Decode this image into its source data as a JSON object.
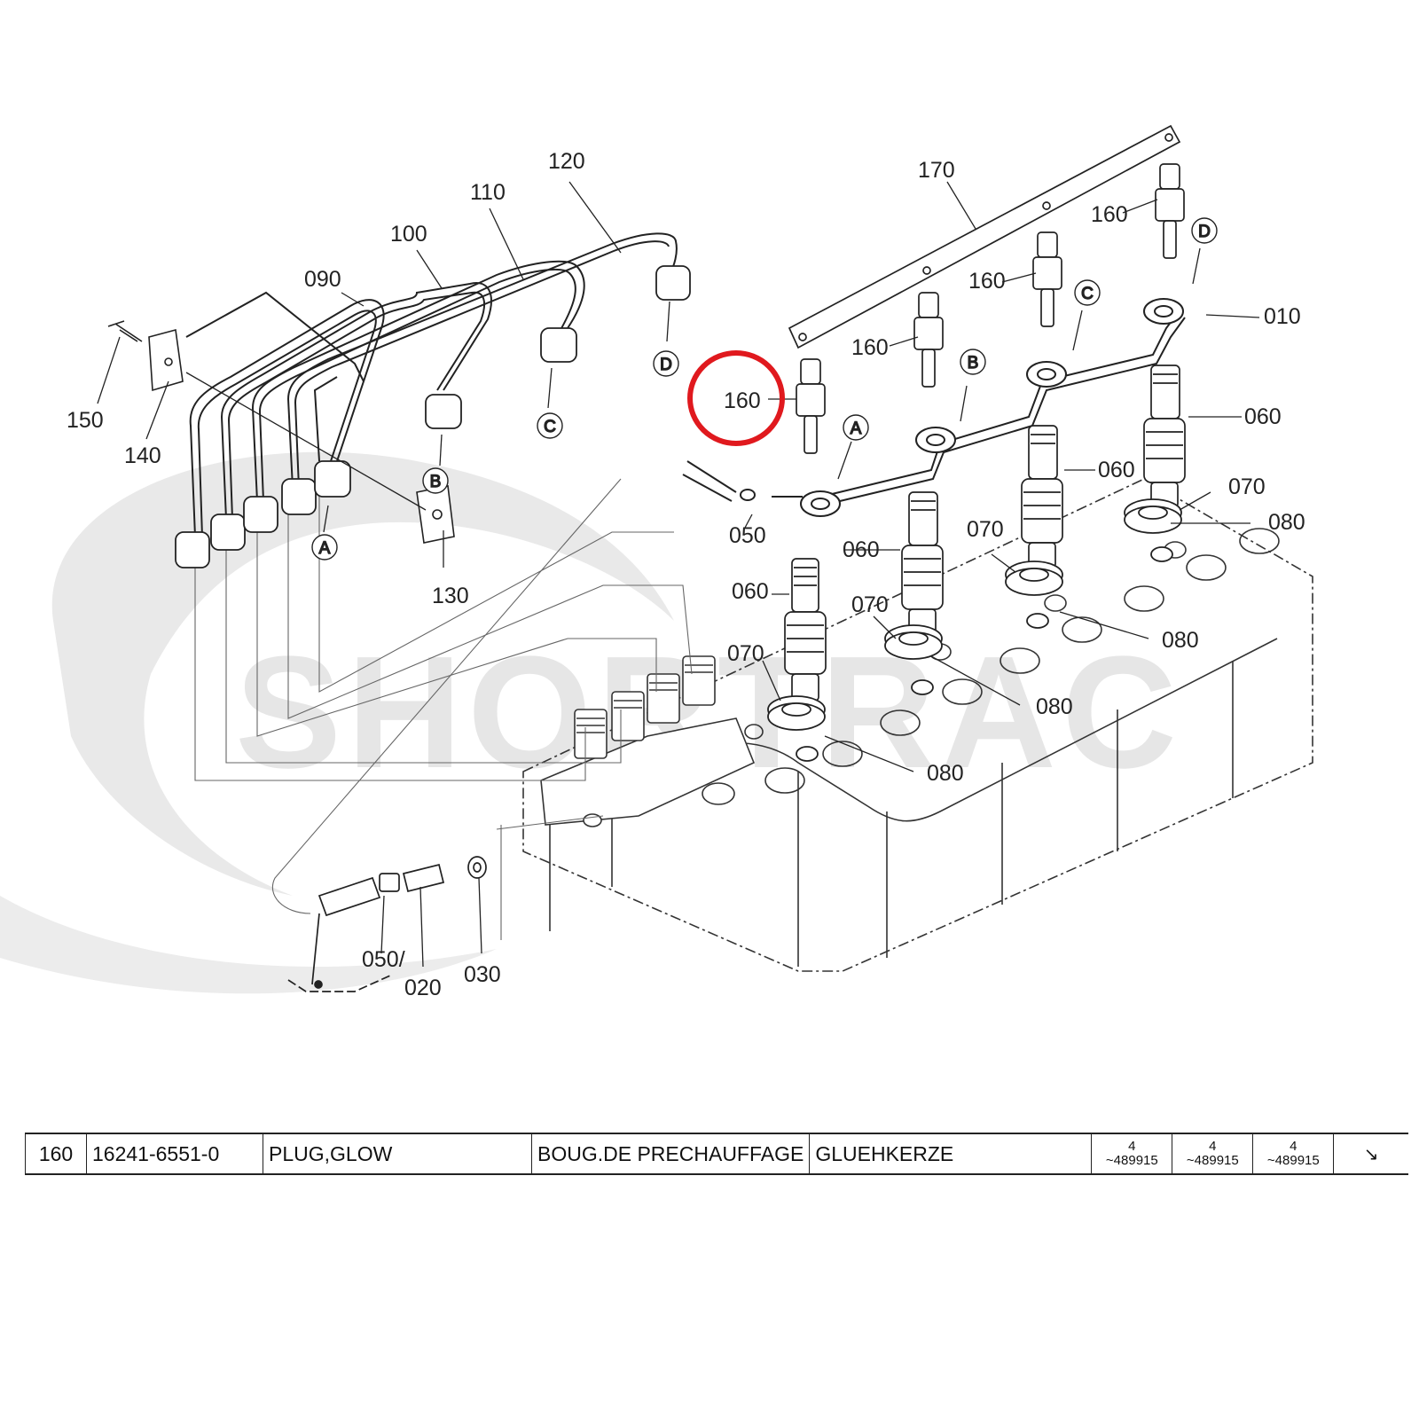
{
  "callouts": {
    "c010": "010",
    "c020": "020",
    "c030": "030",
    "c050a": "050",
    "c050b": "050/",
    "c060a": "060",
    "c060b": "060",
    "c060c": "060",
    "c060d": "060",
    "c070a": "070",
    "c070b": "070",
    "c070c": "070",
    "c070d": "070",
    "c080a": "080",
    "c080b": "080",
    "c080c": "080",
    "c080d": "080",
    "c090": "090",
    "c100": "100",
    "c110": "110",
    "c120": "120",
    "c130": "130",
    "c140": "140",
    "c150": "150",
    "c160a": "160",
    "c160b": "160",
    "c160c": "160",
    "c160d": "160",
    "c170": "170"
  },
  "refs": {
    "A": "A",
    "B": "B",
    "C": "C",
    "D": "D"
  },
  "highlight": {
    "label": "160",
    "color": "#e0191e"
  },
  "watermark": {
    "text": "SHORTRAC"
  },
  "parts_row": {
    "ref": "160",
    "part_no": "16241-6551-0",
    "desc_en": "PLUG,GLOW",
    "desc_fr": "BOUG.DE PRECHAUFFAGE",
    "desc_de": "GLUEHKERZE",
    "qty": [
      {
        "count": "4",
        "serial": "~489915"
      },
      {
        "count": "4",
        "serial": "~489915"
      },
      {
        "count": "4",
        "serial": "~489915"
      }
    ],
    "mark": "↘"
  }
}
